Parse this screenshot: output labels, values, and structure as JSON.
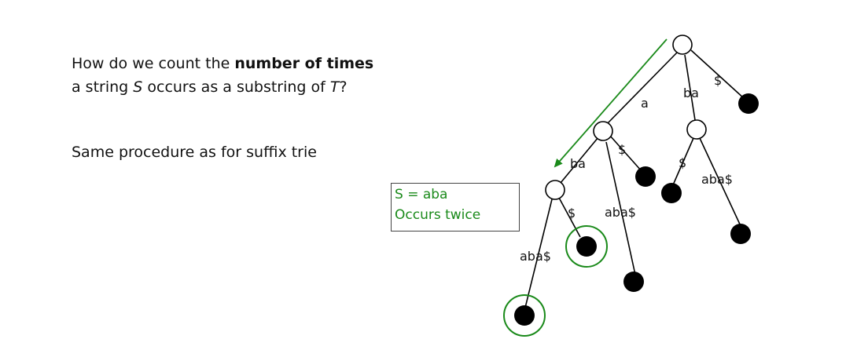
{
  "question": {
    "line1_prefix": "How do we count the ",
    "line1_bold": "number of times",
    "line2_a": "a string ",
    "line2_S": "S",
    "line2_b": " occurs as a substring of ",
    "line2_T": "T",
    "line2_c": "?"
  },
  "note": "Same procedure as for suffix trie",
  "annotation": {
    "line1": "S = aba",
    "line2": "Occurs twice"
  },
  "edge_labels": {
    "root_a": "a",
    "root_ba": "ba",
    "root_dollar": "$",
    "a_ba": "ba",
    "a_dollar": "$",
    "a_abadollar": "aba$",
    "ba_dollar": "$",
    "ba_abadollar": "aba$",
    "aba_abadollar": "aba$",
    "aba_dollar": "$"
  },
  "colors": {
    "highlight": "#1a8a1a",
    "node_internal": "#ffffff",
    "node_leaf": "#000000",
    "edge": "#000000"
  }
}
